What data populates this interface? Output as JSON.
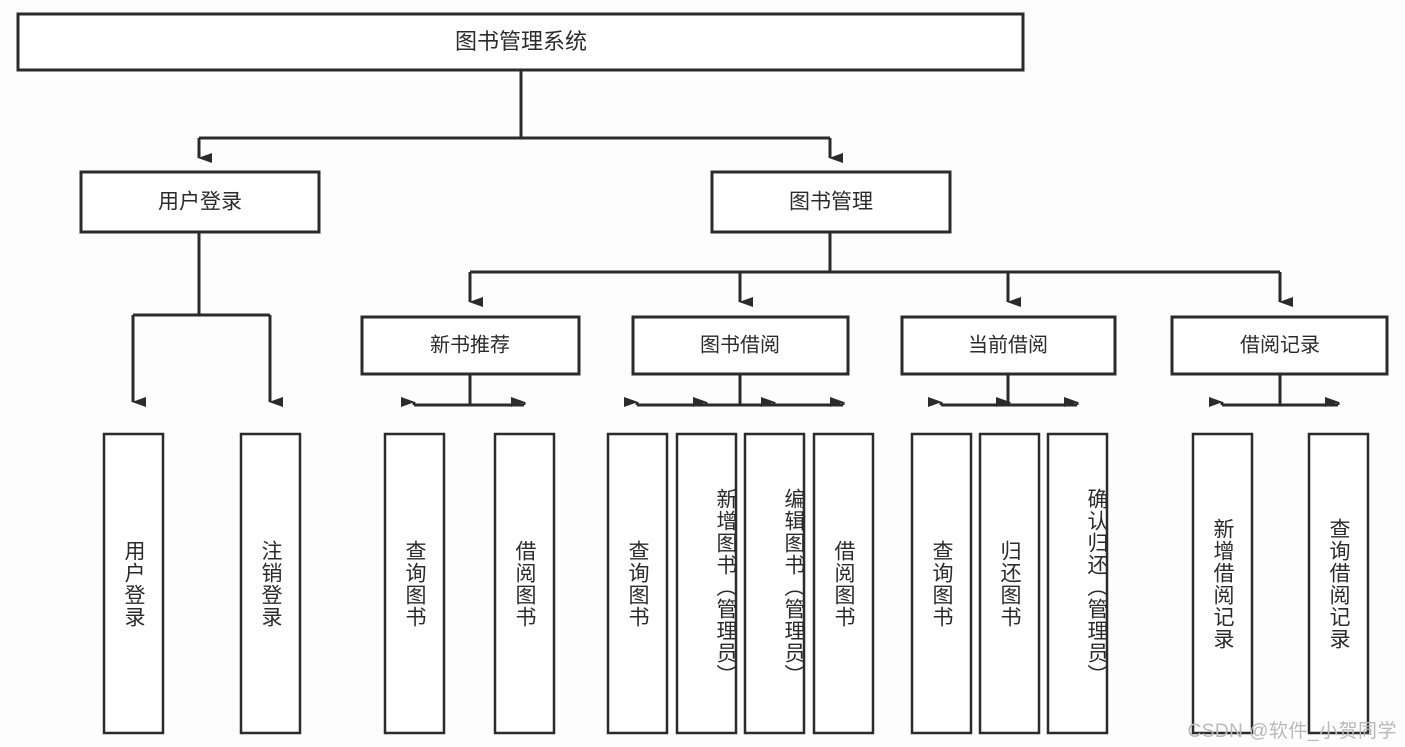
{
  "diagram": {
    "title": "图书管理系统",
    "type": "tree",
    "orientation": "top-down",
    "colors": {
      "box_fill": "#ffffff",
      "box_stroke": "#2b2b2b",
      "text": "#2b2b2b",
      "background": "#fdfdfd",
      "watermark": "#b9b9b9"
    },
    "root": {
      "label": "图书管理系统"
    },
    "level1": [
      {
        "label": "用户登录"
      },
      {
        "label": "图书管理"
      }
    ],
    "level2": [
      {
        "label": "新书推荐"
      },
      {
        "label": "图书借阅"
      },
      {
        "label": "当前借阅"
      },
      {
        "label": "借阅记录"
      }
    ],
    "leaves": {
      "user_login": [
        {
          "label": "用户登录"
        },
        {
          "label": "注销登录"
        }
      ],
      "new_book_recommend": [
        {
          "label": "查询图书"
        },
        {
          "label": "借阅图书"
        }
      ],
      "book_borrow": [
        {
          "label": "查询图书"
        },
        {
          "label": "新增图书（管理员）"
        },
        {
          "label": "编辑图书（管理员）"
        },
        {
          "label": "借阅图书"
        }
      ],
      "current_borrow": [
        {
          "label": "查询图书"
        },
        {
          "label": "归还图书"
        },
        {
          "label": "确认归还（管理员）"
        }
      ],
      "borrow_record": [
        {
          "label": "新增借阅记录"
        },
        {
          "label": "查询借阅记录"
        }
      ]
    },
    "watermark": "CSDN @软件_小贺同学"
  }
}
